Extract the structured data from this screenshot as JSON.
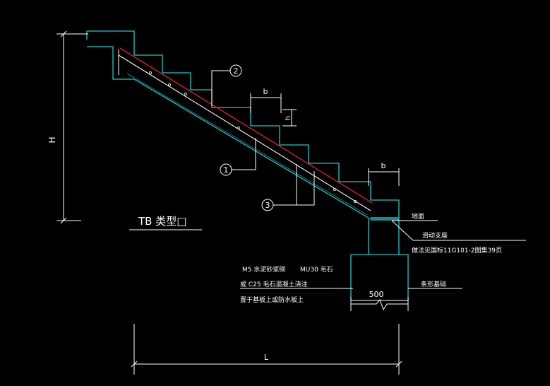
{
  "colors": {
    "background": "#000000",
    "stair_outline": "#1ec8c8",
    "slab_top_rebar": "#e02020",
    "annotation": "#ffffff"
  },
  "dimensions": {
    "height_label": "H",
    "length_label": "L",
    "tread_label_upper": "b",
    "riser_label": "h",
    "tread_label_lower": "b",
    "foundation_width": "500"
  },
  "callouts": {
    "rebar_1": "1",
    "rebar_2": "2",
    "rebar_3": "3"
  },
  "title": "TB 类型□",
  "labels": {
    "ground": "地面",
    "sliding_support": "滑动支座",
    "reference": "做法见国标11G101-2图集39页",
    "mortar": "M5 水泥砂浆砌",
    "stone": "MU30 毛石",
    "concrete": "或 C25 毛石混凝土浇注",
    "placement": "置于基板上或防水板上",
    "foundation": "条形基础"
  }
}
